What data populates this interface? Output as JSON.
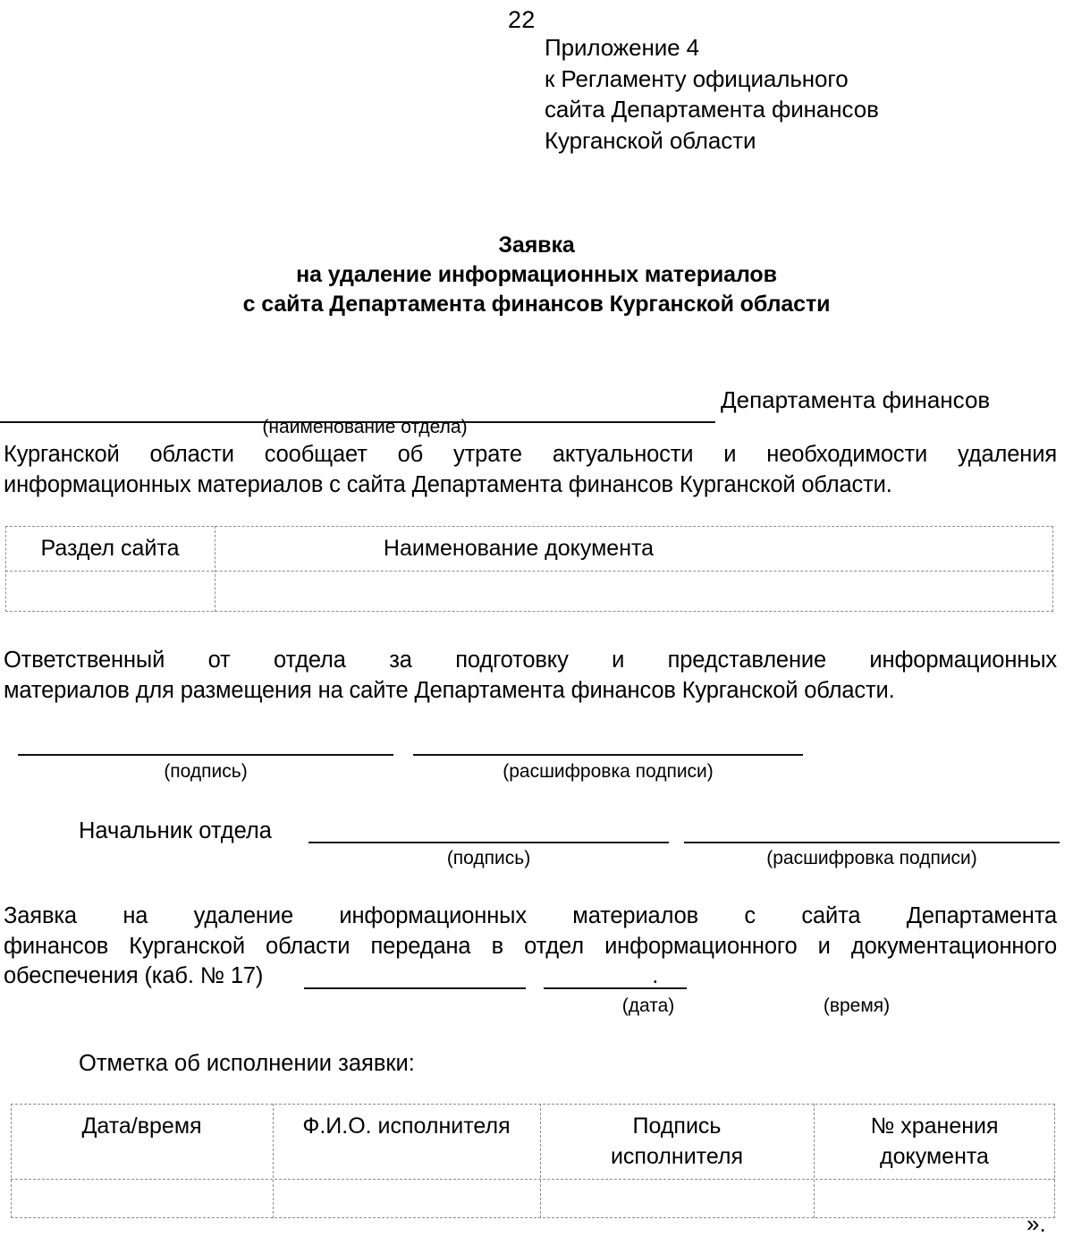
{
  "page": {
    "number": "22",
    "closing_mark": "»."
  },
  "appendix": {
    "lines": [
      "Приложение 4",
      "к Регламенту официального",
      "сайта Департамента финансов",
      "Курганской области"
    ]
  },
  "title": {
    "line1": "Заявка",
    "line2": "на удаление информационных материалов",
    "line3": "с сайта Департамента финансов Курганской области"
  },
  "department_line": {
    "suffix": "Департамента финансов",
    "caption": "(наименование отдела)"
  },
  "paragraphs": {
    "notice": {
      "line1": "Курганской области сообщает об утрате актуальности и необходимости удаления",
      "line2": "информационных материалов с сайта Департамента финансов Курганской области."
    },
    "responsible": {
      "line1": "Ответственный от отдела за подготовку и представление информационных",
      "line2": "материалов для размещения на сайте Департамента финансов Курганской области."
    },
    "transferred": {
      "line1": "Заявка на удаление информационных материалов с сайта Департамента",
      "line2": "финансов Курганской области передана в отдел информационного и документационного",
      "line3": "обеспечения (каб. № 17)",
      "line3_tail": "."
    }
  },
  "table_sections": {
    "headers": [
      "Раздел сайта",
      "Наименование документа"
    ],
    "rows": [
      [
        "",
        ""
      ]
    ]
  },
  "signature_block_1": {
    "signature_caption": "(подпись)",
    "transcript_caption": "(расшифровка подписи)"
  },
  "signature_block_head": {
    "title": "Начальник отдела",
    "signature_caption": "(подпись)",
    "transcript_caption": "(расшифровка подписи)"
  },
  "datetime_block": {
    "date_caption": "(дата)",
    "time_caption": "(время)"
  },
  "execution": {
    "note": "Отметка об исполнении заявки:",
    "headers": [
      "Дата/время",
      "Ф.И.О. исполнителя",
      "Подпись\nисполнителя",
      "№ хранения\nдокумента"
    ],
    "rows": [
      [
        "",
        "",
        "",
        ""
      ]
    ]
  },
  "colors": {
    "text": "#000000",
    "rule": "#111111",
    "faint_border": "#8d8d8d",
    "background": "#ffffff"
  }
}
